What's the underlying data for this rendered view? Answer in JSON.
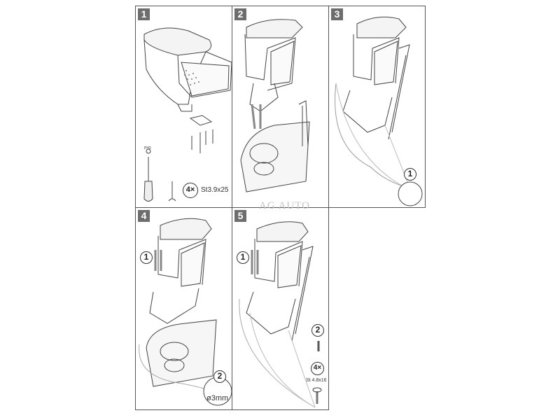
{
  "steps": [
    {
      "number": "1",
      "tool_label": "PH2",
      "screw_count": "4×",
      "screw_spec": "St3.9x25"
    },
    {
      "number": "2"
    },
    {
      "number": "3",
      "callout": "1"
    },
    {
      "number": "4",
      "callout_1": "1",
      "callout_2": "2",
      "drill_label": "ø3mm"
    },
    {
      "number": "5",
      "callout_1": "1",
      "callout_2": "2",
      "screw_count": "4×",
      "screw_spec": "St 4.8x16"
    }
  ],
  "watermark": "AG AUTO",
  "colors": {
    "frame": "#555555",
    "badge": "#6d6d6d",
    "line": "#444444"
  }
}
